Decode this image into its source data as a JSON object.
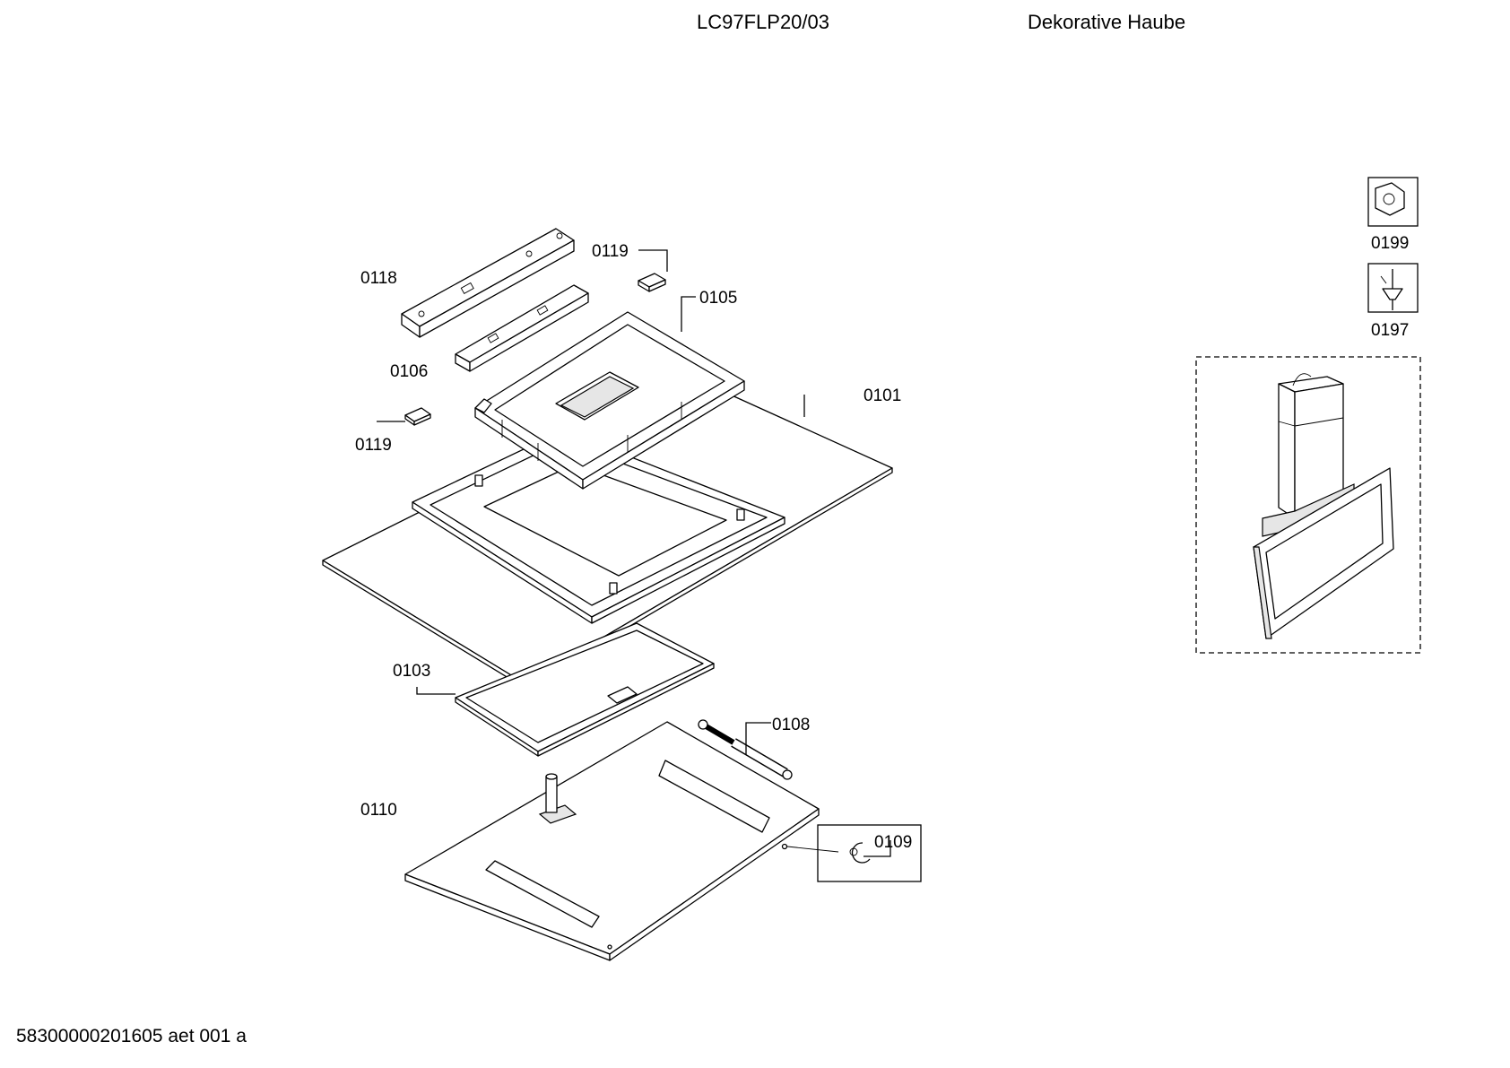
{
  "header": {
    "model": "LC97FLP20/03",
    "title": "Dekorative Haube"
  },
  "footer": {
    "code": "58300000201605 aet 001 a"
  },
  "parts": {
    "p0118": "0118",
    "p0119a": "0119",
    "p0105": "0105",
    "p0106": "0106",
    "p0119b": "0119",
    "p0101": "0101",
    "p0103": "0103",
    "p0108": "0108",
    "p0110": "0110",
    "p0109": "0109",
    "p0199": "0199",
    "p0197": "0197"
  },
  "icons": {
    "nut": "hex-nut-icon",
    "screw": "screw-icon",
    "overview": "hood-overview-illustration"
  }
}
